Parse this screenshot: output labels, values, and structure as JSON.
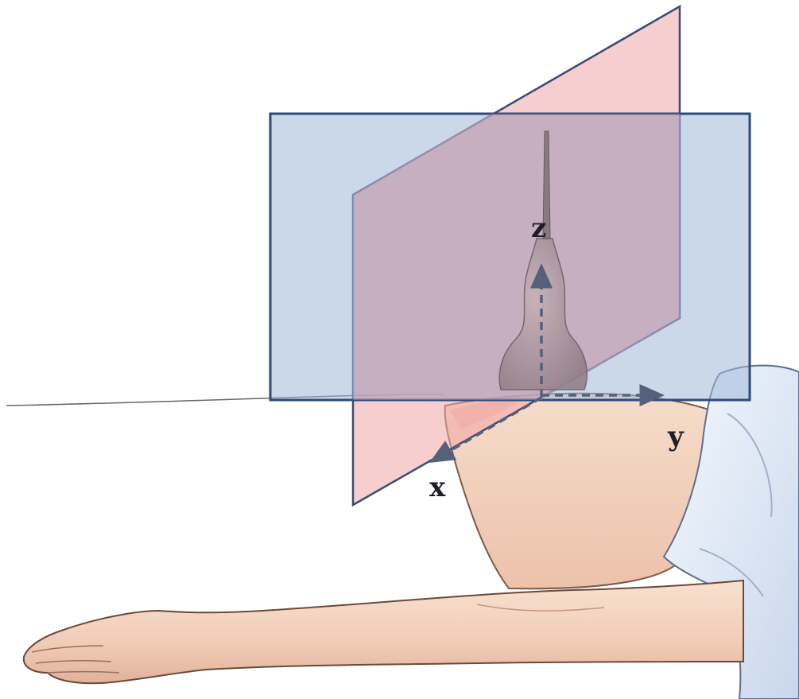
{
  "figure": {
    "description_tags": [
      "ultrasound-probe",
      "transverse-plane",
      "sagittal-plane",
      "patient-abdomen",
      "arm",
      "gown"
    ],
    "axis_labels": {
      "x": "x",
      "y": "y",
      "z": "z"
    },
    "colors": {
      "blue_plane_fill": "#9fb8d8",
      "blue_plane_stroke": "#2d4a78",
      "pink_plane_fill": "#f0a5a5",
      "pink_plane_stroke": "#3a4a78",
      "skin": "#f3d2bf",
      "skin_shadow": "#d9a890",
      "gown": "#e6eef8",
      "gown_shadow": "#b8c8e0",
      "axis_arrow": "#55607a",
      "label_text": "#1e1e28"
    }
  }
}
